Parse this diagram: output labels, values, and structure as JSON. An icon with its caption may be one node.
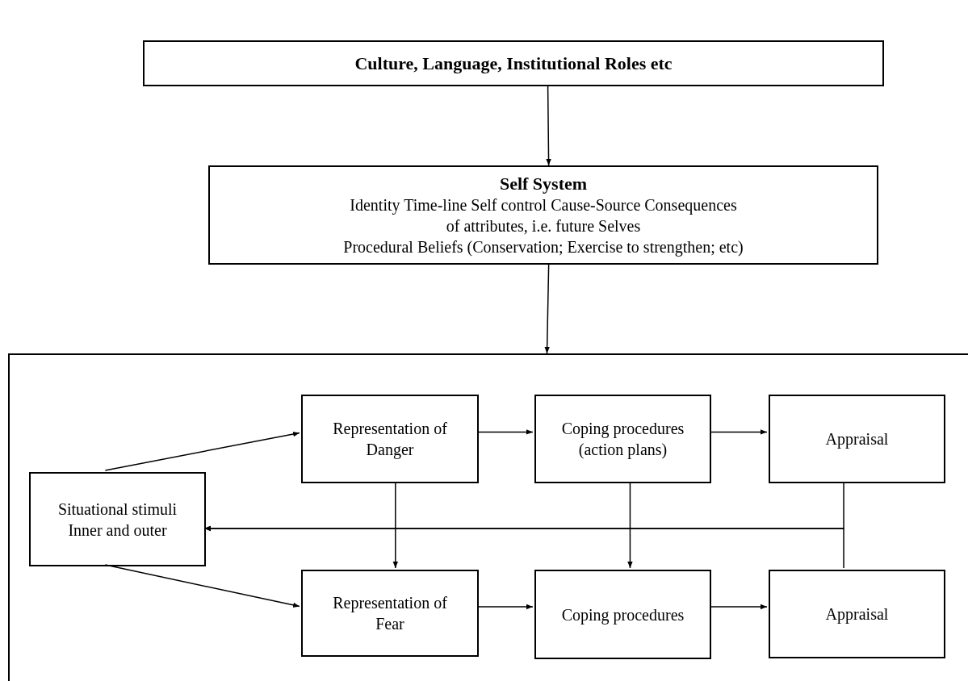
{
  "diagram": {
    "nodes": [
      {
        "text": [
          "Culture, Language, Institutional Roles etc"
        ]
      },
      {
        "text": [
          "Self System",
          "Identity Time-line Self control Cause-Source Consequences",
          "of attributes, i.e. future Selves",
          "Procedural Beliefs (Conservation; Exercise to strengthen; etc)"
        ]
      },
      {
        "text": [],
        "shape": "box"
      },
      {
        "text": [
          "Situational stimuli Inner and outer"
        ],
        "in": 2
      },
      {
        "text": [
          "Representation of Danger"
        ],
        "in": 2
      },
      {
        "text": [
          "Coping procedures (action plans)"
        ],
        "in": 2
      },
      {
        "text": [
          "Appraisal"
        ],
        "in": 2
      },
      {
        "text": [
          "Representation of Fear"
        ],
        "in": 2
      },
      {
        "text": [
          "Coping procedures"
        ],
        "in": 2
      },
      {
        "text": [
          "Appraisal"
        ],
        "in": 2
      }
    ],
    "edges": [
      {
        "from": 0,
        "to": 1,
        "arrow": "to"
      },
      {
        "from": 1,
        "to": 2,
        "arrow": "to"
      },
      {
        "from": 3,
        "to": 4,
        "arrow": "to"
      },
      {
        "from": 3,
        "to": 7,
        "arrow": "to"
      },
      {
        "from": 4,
        "to": 5,
        "arrow": "to"
      },
      {
        "from": 5,
        "to": 6,
        "arrow": "to"
      },
      {
        "from": 4,
        "to": 7,
        "arrow": "to"
      },
      {
        "from": 5,
        "to": 8,
        "arrow": "to"
      },
      {
        "from": 7,
        "to": 8,
        "arrow": "to"
      },
      {
        "from": 8,
        "to": 9,
        "arrow": "to"
      },
      {
        "from": 6,
        "to": 3,
        "arrow": "to"
      },
      {
        "from": 9,
        "to": 3,
        "arrow": "to"
      }
    ]
  }
}
